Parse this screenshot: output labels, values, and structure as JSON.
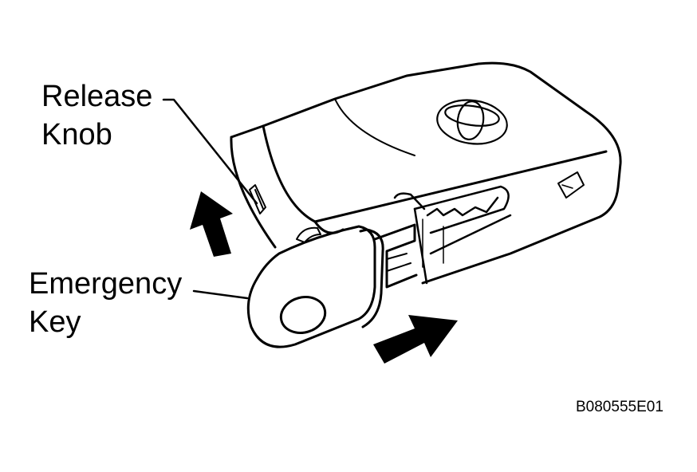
{
  "callouts": {
    "release_knob_line1": "Release",
    "release_knob_line2": "Knob",
    "emergency_key_line1": "Emergency",
    "emergency_key_line2": "Key"
  },
  "figure_id": "B080555E01",
  "colors": {
    "line": "#000000",
    "background": "#ffffff"
  },
  "icons": [
    "toyota-logo-icon",
    "arrow-icon"
  ]
}
